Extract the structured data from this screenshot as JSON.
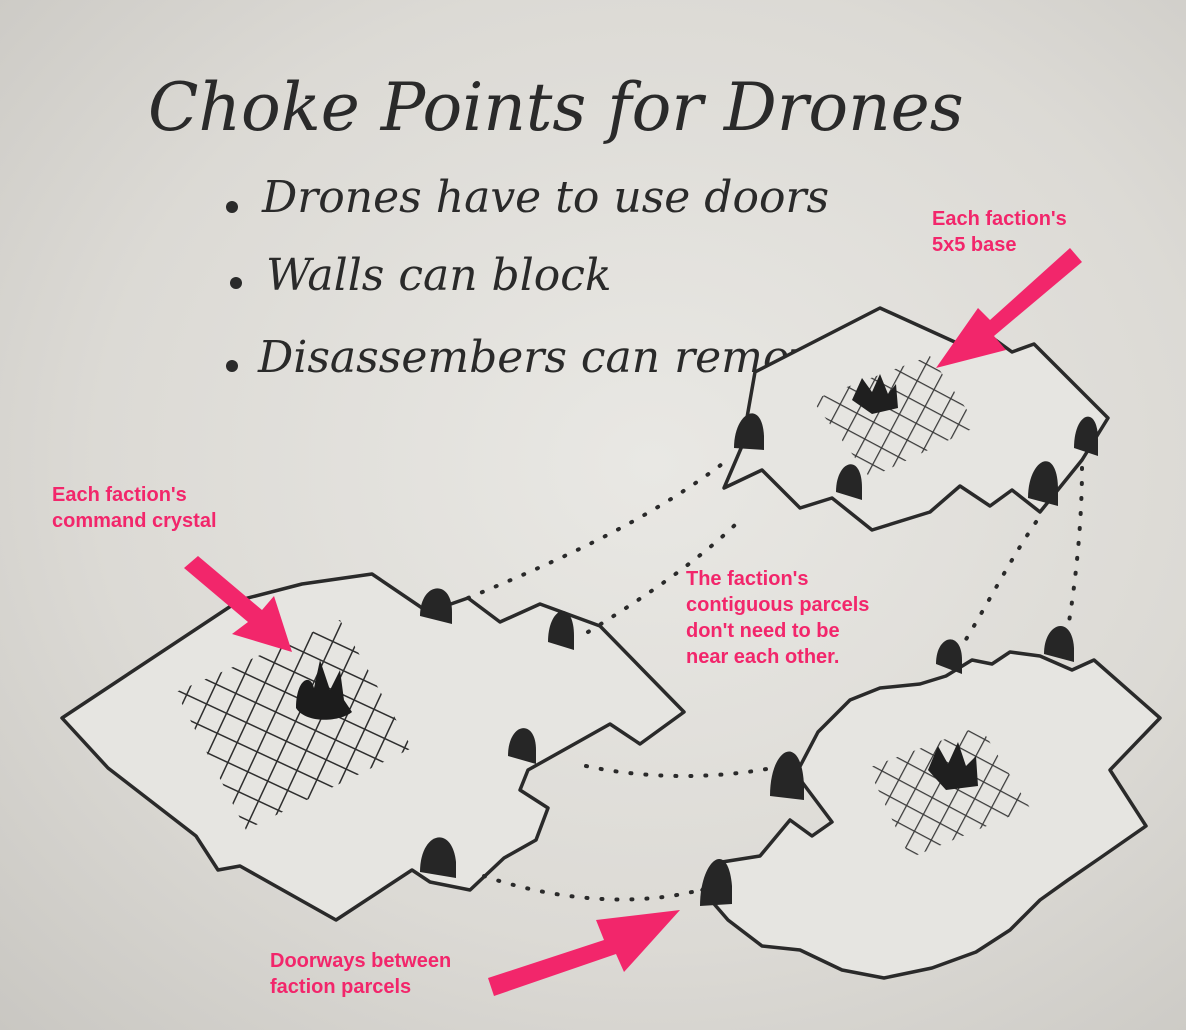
{
  "heading": "Choke Points for Drones",
  "bullets": [
    "Drones have to use doors",
    "Walls can block",
    "Disassembers can remove"
  ],
  "annotations": {
    "base": [
      "Each faction's",
      "5x5 base"
    ],
    "crystal": [
      "Each faction's",
      "command crystal"
    ],
    "contiguous": [
      "The faction's",
      "contiguous parcels",
      "don't need to be",
      "near each other."
    ],
    "doorways": [
      "Doorways between",
      "faction parcels"
    ]
  },
  "colors": {
    "annotation": "#f2266b",
    "ink": "#2a2a2a",
    "paper": "#e4e2de"
  }
}
